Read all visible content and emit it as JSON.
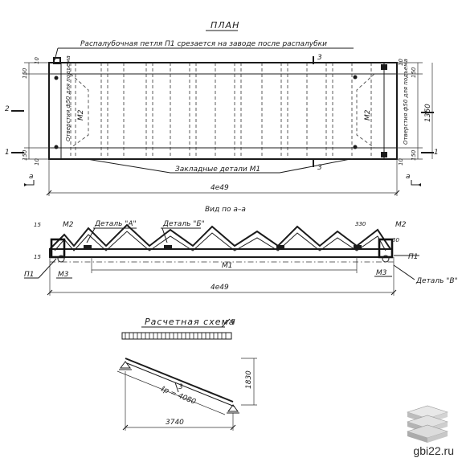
{
  "plan": {
    "title": "ПЛАН",
    "note_formwork": "Распалубочная петля П1 срезается на заводе после распалубки",
    "note_embedded": "Закладные детали М1",
    "note_lift_left": "Отверстия ф50 для подъема",
    "note_lift_right": "Отверстия ф50 для подъема",
    "m2_left": "М2",
    "m2_right": "М2",
    "section_3_top": "3",
    "section_3_bot": "3",
    "mark_2": "2",
    "mark_1": "1",
    "mark_a_left": "а",
    "mark_a_right": "а",
    "dim_total": "4е49",
    "dim_1350": "1350",
    "dim_10_tl": "10",
    "dim_150_l": "150",
    "dim_10_bl": "10",
    "dim_150_bl": "150",
    "dim_10_tr": "10",
    "dim_150_r": "150",
    "dim_10_br": "10",
    "dim_150_br": "150"
  },
  "view": {
    "title": "Вид по а–а",
    "m2_left": "М2",
    "m2_right": "М2",
    "detail_a": "Деталь \"А\"",
    "detail_b": "Деталь \"Б\"",
    "detail_v": "Деталь \"В\"",
    "p1_left": "П1",
    "p1_right": "П1",
    "m1": "М1",
    "m3_left": "М3",
    "m3_right": "М3",
    "dim_total": "4е49",
    "dim_330": "330",
    "dim_30": "30",
    "dim_15": "15",
    "dim_15b": "15"
  },
  "scheme": {
    "title": "Расчетная схема",
    "load": "q",
    "dim_lp": "ℓр = 4080",
    "dim_3740": "3740",
    "dim_1830": "1830",
    "mark_3": "3"
  },
  "watermark": {
    "site": "gbi22.ru",
    "logo_icon": "stacked-slabs-icon"
  }
}
